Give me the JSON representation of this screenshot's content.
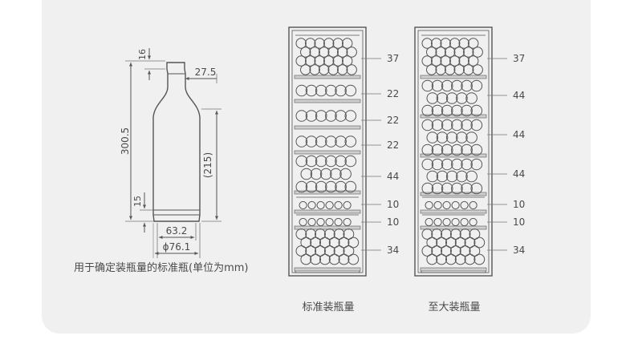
{
  "bottle": {
    "dimensions": {
      "neck_height": "16",
      "neck_width": "27.5",
      "total_height": "300.5",
      "body_height": "(215)",
      "base_height": "15",
      "base_inner": "63.2",
      "diameter": "ϕ76.1"
    },
    "caption": "用于确定装瓶量的标准瓶(单位为mm)"
  },
  "cabinets": [
    {
      "caption": "标准装瓶量",
      "shelves": [
        {
          "count": "37",
          "type": "dense"
        },
        {
          "count": "22",
          "type": "single"
        },
        {
          "count": "22",
          "type": "single"
        },
        {
          "count": "22",
          "type": "single"
        },
        {
          "count": "44",
          "type": "double"
        },
        {
          "count": "10",
          "type": "small"
        },
        {
          "count": "10",
          "type": "small"
        },
        {
          "count": "34",
          "type": "stack"
        }
      ]
    },
    {
      "caption": "至大装瓶量",
      "shelves": [
        {
          "count": "37",
          "type": "dense"
        },
        {
          "count": "44",
          "type": "double"
        },
        {
          "count": "44",
          "type": "double"
        },
        {
          "count": "44",
          "type": "double"
        },
        {
          "count": "10",
          "type": "small"
        },
        {
          "count": "10",
          "type": "small"
        },
        {
          "count": "34",
          "type": "stack"
        }
      ]
    }
  ],
  "colors": {
    "panel": "#f0f0f0",
    "line": "#555555",
    "text": "#4a4a4a",
    "shelf": "#cfcfcf"
  }
}
